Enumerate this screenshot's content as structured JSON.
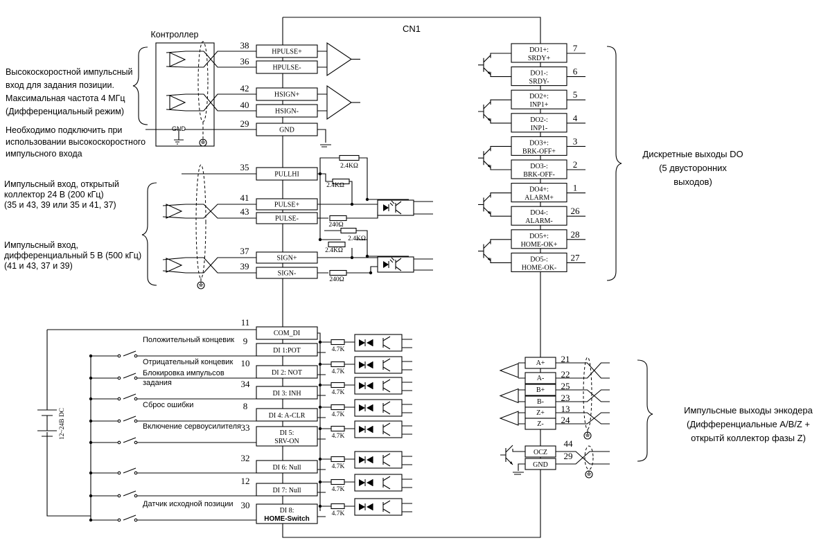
{
  "connector": {
    "title": "CN1"
  },
  "controller": {
    "title": "Контроллер",
    "gnd_label": "GND"
  },
  "notes": {
    "hs_input": [
      "Высокоскоростной импульсный",
      "вход для задания позиции.",
      "Максимальная частота 4 МГц",
      "(Дифференциальный режим)"
    ],
    "hs_gnd": [
      "Необходимо подключить при",
      "использовании высокоскоростного",
      "импульсного входа"
    ],
    "oc_input": [
      "Импульсный вход, открытый",
      "коллектор 24 В (200 кГц)",
      "(35 и 43, 39 или 35 и 41, 37)"
    ],
    "diff_input": [
      "Импульсный вход,",
      "дифференциальный 5 В (500 кГц)",
      "(41 и 43, 37 и 39)"
    ],
    "do_group": [
      "Дискретные выходы DO",
      "(5 двусторонних",
      "выходов)"
    ],
    "enc_group": [
      "Импульсные выходы энкодера",
      "(Дифференциальные A/B/Z +",
      "открытй коллектор фазы Z)"
    ]
  },
  "hs_pins": [
    {
      "pin": "38",
      "signal": "HPULSE+"
    },
    {
      "pin": "36",
      "signal": "HPULSE-"
    },
    {
      "pin": "42",
      "signal": "HSIGN+"
    },
    {
      "pin": "40",
      "signal": "HSIGN-"
    },
    {
      "pin": "29",
      "signal": "GND"
    }
  ],
  "pulse_pins": [
    {
      "pin": "35",
      "signal": "PULLHI"
    },
    {
      "pin": "41",
      "signal": "PULSE+"
    },
    {
      "pin": "43",
      "signal": "PULSE-"
    },
    {
      "pin": "37",
      "signal": "SIGN+"
    },
    {
      "pin": "39",
      "signal": "SIGN-"
    }
  ],
  "resistors": {
    "r1": "2.4KΩ",
    "r2": "2.4KΩ",
    "r3": "240Ω",
    "r4": "2.4KΩ",
    "r5": "2.4KΩ",
    "r6": "240Ω"
  },
  "do_pins": [
    {
      "pin": "7",
      "signal": [
        "DO1+:",
        "SRDY+"
      ]
    },
    {
      "pin": "6",
      "signal": [
        "DO1-:",
        "SRDY-"
      ]
    },
    {
      "pin": "5",
      "signal": [
        "DO2+:",
        "INP1+"
      ]
    },
    {
      "pin": "4",
      "signal": [
        "DO2-:",
        "INP1-"
      ]
    },
    {
      "pin": "3",
      "signal": [
        "DO3+:",
        "BRK-OFF+"
      ]
    },
    {
      "pin": "2",
      "signal": [
        "DO3-:",
        "BRK-OFF-"
      ]
    },
    {
      "pin": "1",
      "signal": [
        "DO4+:",
        "ALARM+"
      ]
    },
    {
      "pin": "26",
      "signal": [
        "DO4-:",
        "ALARM-"
      ]
    },
    {
      "pin": "28",
      "signal": [
        "DO5+:",
        "HOME-OK+"
      ]
    },
    {
      "pin": "27",
      "signal": [
        "DO5-:",
        "HOME-OK-"
      ]
    }
  ],
  "com_di": {
    "pin": "11",
    "signal": "COM_DI"
  },
  "di_pins": [
    {
      "pin": "9",
      "signal": [
        "DI 1:POT"
      ],
      "label": "Положительный концевик"
    },
    {
      "pin": "10",
      "signal": [
        "DI 2: NOT"
      ],
      "label": "Отрицательный концевик"
    },
    {
      "pin": "34",
      "signal": [
        "DI 3: INH"
      ],
      "label": "Блокировка импульсов\nзадания"
    },
    {
      "pin": "8",
      "signal": [
        "DI 4: A-CLR"
      ],
      "label": "Сброс ошибки"
    },
    {
      "pin": "33",
      "signal": [
        "DI 5:",
        "SRV-ON"
      ],
      "label": "Включение сервоусилителя"
    },
    {
      "pin": "32",
      "signal": [
        "DI 6: Null"
      ],
      "label": ""
    },
    {
      "pin": "12",
      "signal": [
        "DI 7: Null"
      ],
      "label": ""
    },
    {
      "pin": "30",
      "signal": [
        "DI 8:",
        "HOME-Switch"
      ],
      "label": "Датчик исходной позиции"
    }
  ],
  "di_resistor": "4.7K",
  "supply": {
    "label": "12~24B DC"
  },
  "enc_pins": [
    {
      "pin": "21",
      "signal": "A+"
    },
    {
      "pin": "22",
      "signal": "A-"
    },
    {
      "pin": "25",
      "signal": "B+"
    },
    {
      "pin": "23",
      "signal": "B-"
    },
    {
      "pin": "13",
      "signal": "Z+"
    },
    {
      "pin": "24",
      "signal": "Z-"
    },
    {
      "pin": "44",
      "signal": "OCZ"
    },
    {
      "pin": "29",
      "signal": "GND"
    }
  ]
}
